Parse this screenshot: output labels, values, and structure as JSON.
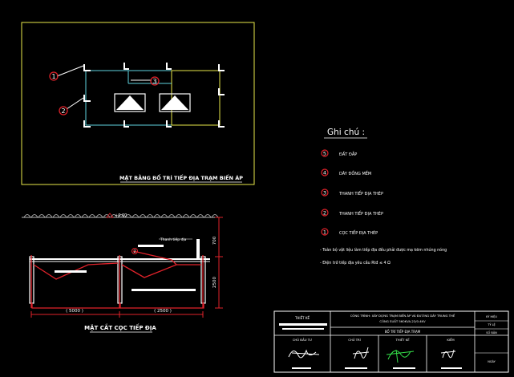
{
  "colors": {
    "background": "#000000",
    "yellow": "#e8e84a",
    "cyan": "#5fd3e0",
    "red": "#e0222a",
    "white": "#ffffff",
    "green": "#35e04a",
    "gray": "#bdbdbd"
  },
  "plan": {
    "title": "MẶT BẰNG BỐ TRÍ TIẾP ĐỊA TRẠM BIẾN ÁP",
    "callouts": [
      "1",
      "2",
      "3"
    ]
  },
  "section": {
    "title": "MẶT CẮT CỌC TIẾP ĐỊA",
    "level_label": "+0.00",
    "depth_label": "700",
    "height_label": "2500",
    "span1_label": "( 5000 )",
    "span2_label": "( 2500 )",
    "rod_label": "Thanh tiếp địa",
    "callout": "2"
  },
  "notes": {
    "heading": "Ghi chú :",
    "items": [
      {
        "num": "5",
        "text": "ĐẤT ĐẮP"
      },
      {
        "num": "4",
        "text": "DÂY ĐỒNG MỀM"
      },
      {
        "num": "3",
        "text": "THANH TIẾP ĐỊA THÉP"
      },
      {
        "num": "2",
        "text": "THANH TIẾP ĐỊA THÉP"
      },
      {
        "num": "1",
        "text": "CỌC TIẾP ĐỊA THÉP"
      }
    ],
    "remarks": [
      "- Toàn bộ vật liệu làm tiếp địa đều phải được mạ kẽm nhúng nóng",
      "- Điện trở tiếp địa yêu cầu  Rtđ ≤ 4 Ω"
    ]
  },
  "title_block": {
    "project": "CÔNG TRÌNH: XÂY DỰNG TRẠM BIẾN ÁP VÀ ĐƯỜNG DÂY TRUNG THẾ",
    "subtitle": "CÔNG SUẤT 560KVA-22/0.4KV",
    "drawing": "BỐ TRÍ TIẾP ĐỊA TRẠM",
    "label_left": "THIẾT KẾ",
    "label_owner": "CHỦ ĐẦU TƯ",
    "col1": "CHỦ TRÌ",
    "col2": "THIẾT KẾ",
    "col3": "KIỂM",
    "right1": "KÝ HIỆU",
    "right2": "TỶ LỆ",
    "right3": "SỐ BẢN",
    "right4": "NGÀY"
  }
}
